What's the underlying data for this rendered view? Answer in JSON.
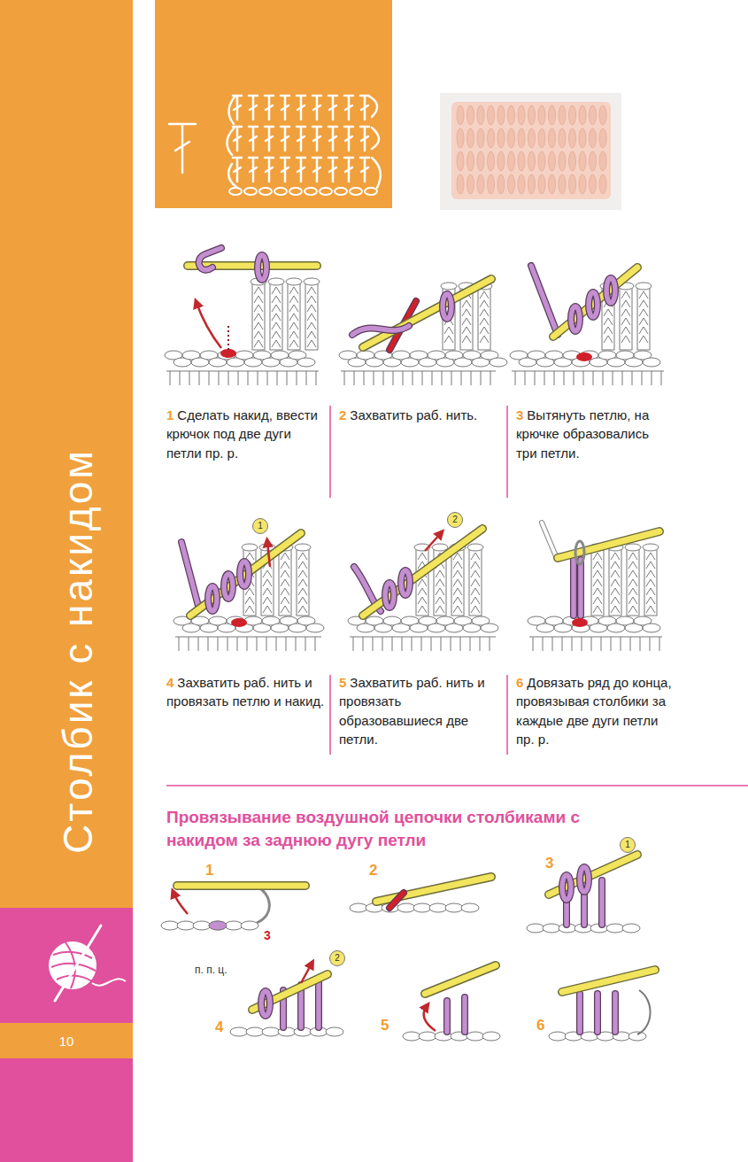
{
  "diagram": {
    "title": "Столбик с накидом",
    "nodes": [
      {
        "text": [
          "10"
        ]
      }
    ],
    "labels": [
      "1",
      "Сделать накид, ввести крючок под две дуги петли пр. р.",
      "2",
      "Захватить раб. нить.",
      "3",
      "Вытянуть петлю, на крючке образовались три петли.",
      "4",
      "Захватить раб. нить и провязать петлю и накид.",
      "5",
      "Захватить раб. нить и провязать образовавшиеся две петли.",
      "6",
      "Довязать ряд до конца, провязывая столбики за каждые две дуги петли пр. р.",
      "1",
      "2",
      "Провязывание воздушной цепочки столбиками с накидом за заднюю дугу петли",
      "1",
      "2",
      "3",
      "1",
      "3",
      "п. п. ц.",
      "2",
      "4",
      "5",
      "6"
    ]
  }
}
